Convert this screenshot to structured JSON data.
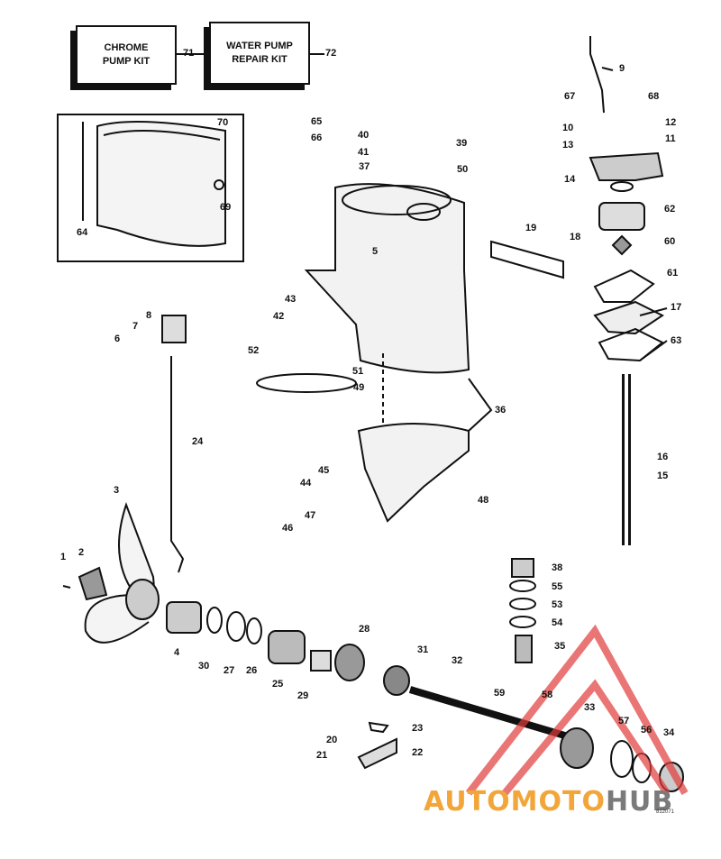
{
  "kits": [
    {
      "line1": "CHROME",
      "line2": "PUMP KIT",
      "number": "71"
    },
    {
      "line1": "WATER PUMP",
      "line2": "REPAIR KIT",
      "number": "72"
    }
  ],
  "watermark": {
    "part1": "AUTOMOTO",
    "part2": "HUB",
    "accent": "#f2a63a",
    "gray": "#7a7a7a",
    "logo_red": "#e23b3b"
  },
  "drawing_code": "812071",
  "labels": {
    "p1": "1",
    "p2": "2",
    "p3": "3",
    "p4": "4",
    "p5": "5",
    "p6": "6",
    "p7": "7",
    "p8": "8",
    "p9": "9",
    "p10": "10",
    "p11": "11",
    "p12": "12",
    "p13": "13",
    "p14": "14",
    "p15": "15",
    "p16": "16",
    "p17": "17",
    "p18": "18",
    "p19": "19",
    "p20": "20",
    "p21": "21",
    "p22": "22",
    "p23": "23",
    "p24": "24",
    "p25": "25",
    "p26": "26",
    "p27": "27",
    "p28": "28",
    "p29": "29",
    "p30": "30",
    "p31": "31",
    "p32": "32",
    "p33": "33",
    "p34": "34",
    "p35": "35",
    "p36": "36",
    "p37": "37",
    "p38": "38",
    "p39": "39",
    "p40": "40",
    "p41": "41",
    "p42": "42",
    "p43": "43",
    "p44": "44",
    "p45": "45",
    "p46": "46",
    "p47": "47",
    "p48": "48",
    "p49": "49",
    "p50": "50",
    "p51": "51",
    "p52": "52",
    "p53": "53",
    "p54": "54",
    "p55": "55",
    "p56": "56",
    "p57": "57",
    "p58": "58",
    "p59": "59",
    "p60": "60",
    "p61": "61",
    "p62": "62",
    "p63": "63",
    "p64": "64",
    "p65": "65",
    "p66": "66",
    "p67": "67",
    "p68": "68",
    "p69": "69",
    "p70": "70"
  }
}
